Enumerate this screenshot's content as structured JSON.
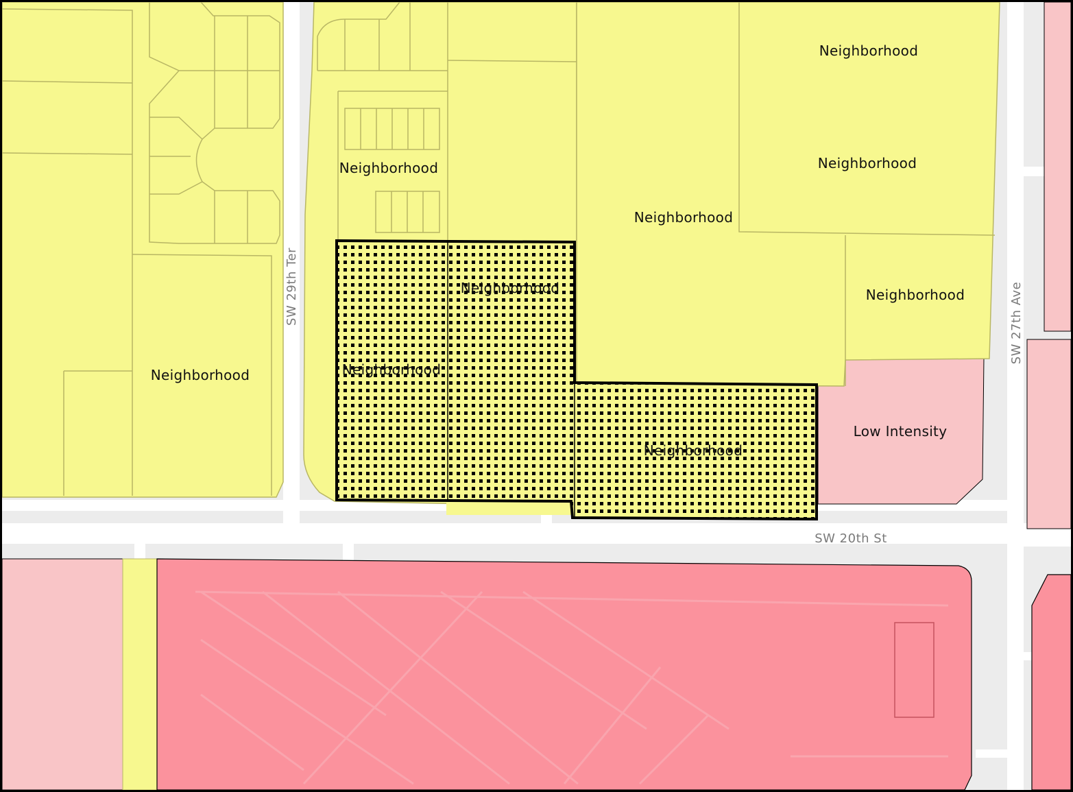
{
  "map": {
    "colors": {
      "neighborhood": "#f7f88f",
      "neighborhood_outline": "#b8b664",
      "low_intensity": "#f9c5c7",
      "commercial": "#fb929d",
      "street": "#ffffff",
      "block": "#ececec",
      "selection_outline": "#000000"
    },
    "streets": {
      "sw_29th_ter": "SW 29th Ter",
      "sw_27th_ave": "SW 27th Ave",
      "sw_20th_st": "SW 20th St"
    },
    "zones": {
      "nbhd_top_right": "Neighborhood",
      "nbhd_right_mid": "Neighborhood",
      "nbhd_center": "Neighborhood",
      "nbhd_right_lower": "Neighborhood",
      "nbhd_left_lower": "Neighborhood",
      "nbhd_mid_top": "Neighborhood",
      "nbhd_selected_1": "Neighborhood",
      "nbhd_selected_2": "Neighborhood",
      "nbhd_selected_3": "Neighborhood",
      "low_intensity": "Low Intensity"
    }
  }
}
